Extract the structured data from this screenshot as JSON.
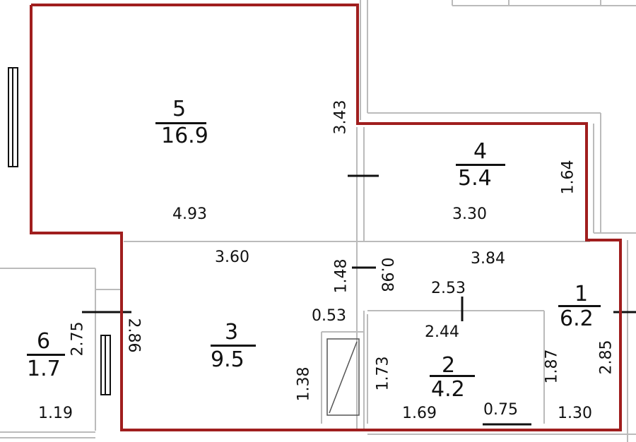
{
  "rooms": [
    {
      "number": "5",
      "area": "16.9"
    },
    {
      "number": "4",
      "area": "5.4"
    },
    {
      "number": "3",
      "area": "9.5"
    },
    {
      "number": "1",
      "area": "6.2"
    },
    {
      "number": "2",
      "area": "4.2"
    },
    {
      "number": "6",
      "area": "1.7"
    }
  ],
  "dimensions": {
    "d343": "3.43",
    "d493": "4.93",
    "d330": "3.30",
    "d164": "1.64",
    "d360": "3.60",
    "d148": "1.48",
    "d098": "0.98",
    "d384": "3.84",
    "d253": "2.53",
    "d244": "2.44",
    "d053": "0.53",
    "d286": "2.86",
    "d275": "2.75",
    "d138": "1.38",
    "d173": "1.73",
    "d187": "1.87",
    "d285": "2.85",
    "d169": "1.69",
    "d075": "0.75",
    "d130": "1.30",
    "d119": "1.19"
  },
  "colors": {
    "outline": "#a01e1e",
    "wall": "#bbbbbb",
    "ink": "#111111"
  }
}
